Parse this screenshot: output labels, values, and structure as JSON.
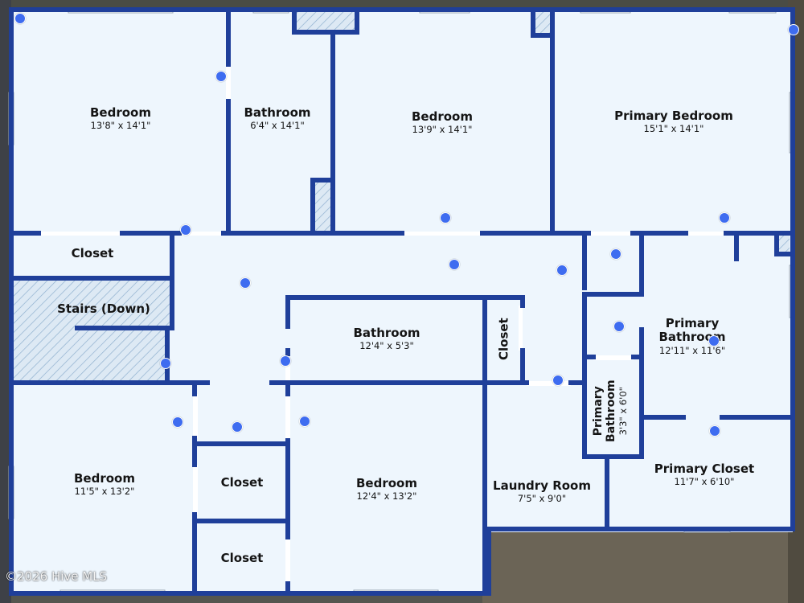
{
  "colors": {
    "wall": "#1f3f9a",
    "floor": "#eef6fd",
    "marker": "#3e6cf0",
    "hatch": "#8fb0cf"
  },
  "rooms": {
    "bedroom_nw": {
      "name": "Bedroom",
      "dims": "13'8\" x 14'1\""
    },
    "bathroom_n": {
      "name": "Bathroom",
      "dims": "6'4\" x 14'1\""
    },
    "bedroom_n": {
      "name": "Bedroom",
      "dims": "13'9\" x 14'1\""
    },
    "primary_bedroom": {
      "name": "Primary Bedroom",
      "dims": "15'1\" x 14'1\""
    },
    "closet_w": {
      "name": "Closet"
    },
    "stairs": {
      "name": "Stairs (Down)"
    },
    "bathroom_center": {
      "name": "Bathroom",
      "dims": "12'4\" x 5'3\""
    },
    "closet_center": {
      "name": "Closet"
    },
    "primary_bathroom": {
      "name": "Primary Bathroom",
      "dims": "12'11\" x 11'6\""
    },
    "primary_bathroom_small": {
      "name": "Primary Bathroom",
      "dims": "3'3\" x 6'0\""
    },
    "bedroom_sw": {
      "name": "Bedroom",
      "dims": "11'5\" x 13'2\""
    },
    "closet_s1": {
      "name": "Closet"
    },
    "closet_s2": {
      "name": "Closet"
    },
    "bedroom_s": {
      "name": "Bedroom",
      "dims": "12'4\" x 13'2\""
    },
    "laundry": {
      "name": "Laundry Room",
      "dims": "7'5\" x 9'0\""
    },
    "primary_closet": {
      "name": "Primary Closet",
      "dims": "11'7\" x 6'10\""
    }
  },
  "copyright": "©2026 Hive MLS"
}
